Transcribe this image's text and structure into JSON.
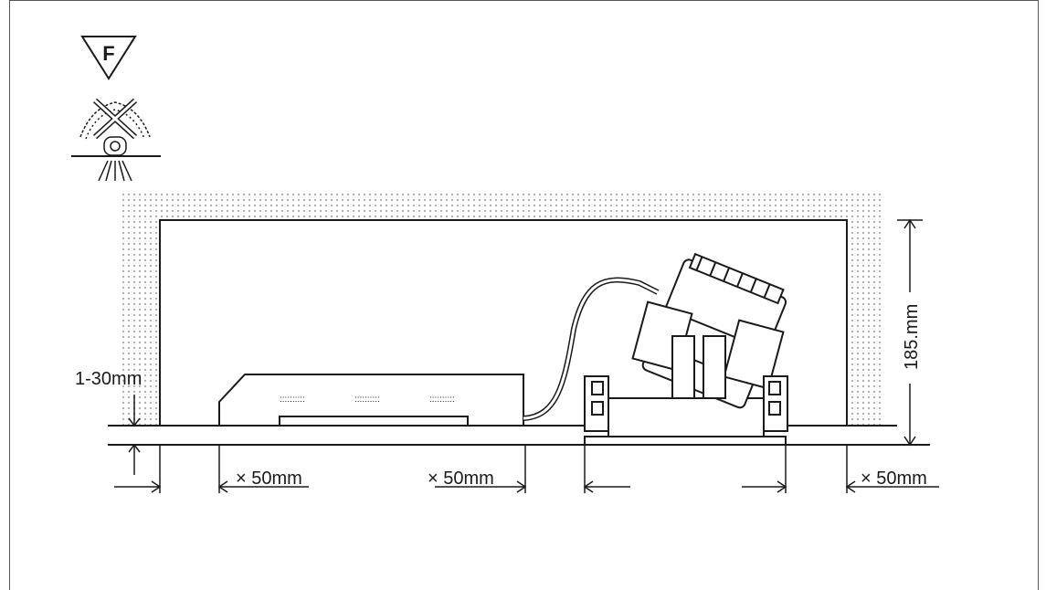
{
  "symbols": {
    "f_mark": "F",
    "f_mark_icon": "f-triangle-icon",
    "no_insulation_icon": "no-insulation-cover-icon"
  },
  "dimensions": {
    "ceiling_thickness": "1-30mm",
    "cavity_height": "185.mm",
    "clearance_left": "× 50mm",
    "clearance_middle": "× 50mm",
    "clearance_right": "× 50mm"
  },
  "colors": {
    "line": "#1a1a1a",
    "dots": "#b0b0b0"
  }
}
